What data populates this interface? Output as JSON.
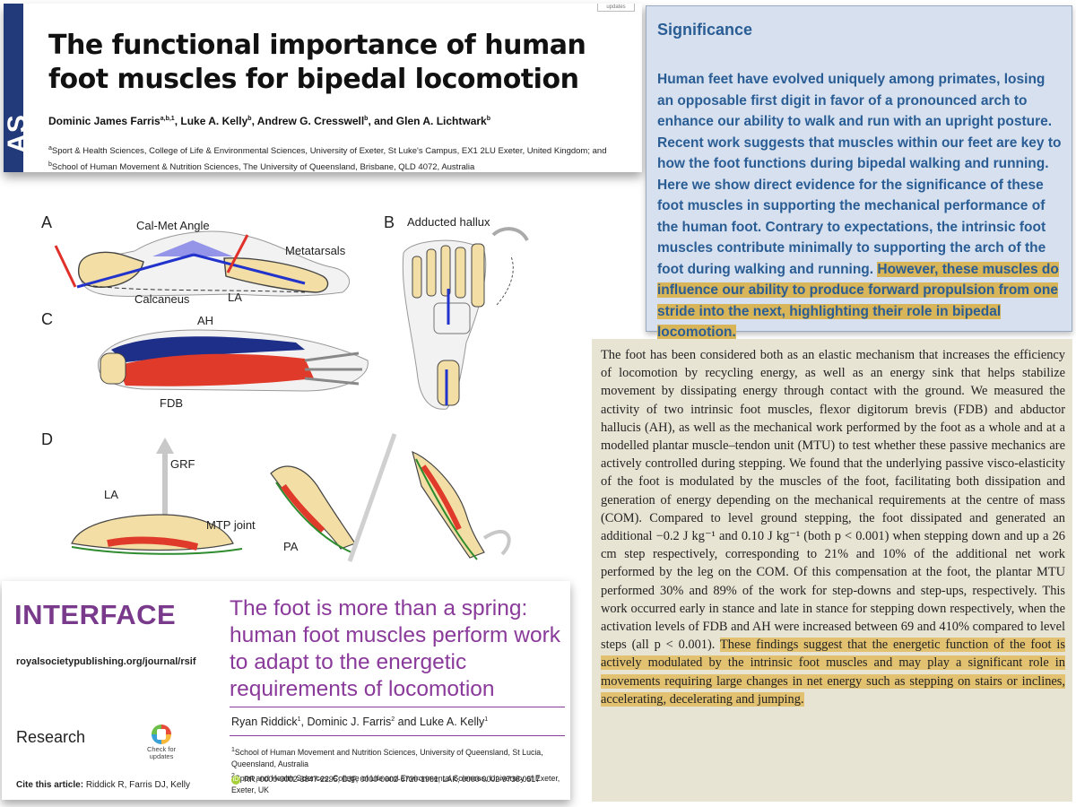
{
  "pnas": {
    "strip_text": "AS",
    "updates_badge": "updates",
    "title": "The functional importance of human foot muscles for bipedal locomotion",
    "authors": [
      {
        "name": "Dominic James Farris",
        "sup": "a,b,1",
        "sep": ", "
      },
      {
        "name": "Luke A. Kelly",
        "sup": "b",
        "sep": ", "
      },
      {
        "name": "Andrew G. Cresswell",
        "sup": "b",
        "sep": ", and "
      },
      {
        "name": "Glen A. Lichtwark",
        "sup": "b",
        "sep": ""
      }
    ],
    "affil_a_sup": "a",
    "affil_a": "Sport & Health Sciences, College of Life & Environmental Sciences, University of Exeter, St Luke's Campus, EX1 2LU Exeter, United Kingdom; and ",
    "affil_b_sup": "b",
    "affil_b": "School of Human Movement & Nutrition Sciences, The University of Queensland, Brisbane, QLD 4072, Australia"
  },
  "significance": {
    "heading": "Significance",
    "body_plain": "Human feet have evolved uniquely among primates, losing an opposable first digit in favor of a pronounced arch to enhance our ability to walk and run with an upright posture. Recent work suggests that muscles within our feet are key to how the foot functions during bipedal walking and running. Here we show direct evidence for the significance of these foot muscles in supporting the mechanical performance of the human foot. Contrary to expectations, the intrinsic foot muscles contribute minimally to supporting the arch of the foot during walking and running. ",
    "body_highlight": "However, these muscles do influence our ability to produce forward propulsion from one stride into the next, highlighting their role in bipedal locomotion."
  },
  "figure": {
    "panel_a": "A",
    "panel_b": "B",
    "panel_c": "C",
    "panel_d": "D",
    "cal_met_angle": "Cal-Met Angle",
    "metatarsals": "Metatarsals",
    "calcaneus": "Calcaneus",
    "la": "LA",
    "adducted_hallux": "Adducted hallux",
    "ah": "AH",
    "fdb": "FDB",
    "grf": "GRF",
    "la_d": "LA",
    "mtp_joint": "MTP joint",
    "pa": "PA"
  },
  "interface": {
    "logo": "INTERFACE",
    "url": "royalsocietypublishing.org/journal/rsif",
    "research": "Research",
    "check_line1": "Check for",
    "check_line2": "updates",
    "cite_label": "Cite this article:",
    "cite_text": "Riddick R, Farris DJ, Kelly",
    "title": "The foot is more than a spring: human foot muscles perform work to adapt to the energetic requirements of locomotion",
    "authors": [
      {
        "name": "Ryan Riddick",
        "sup": "1",
        "sep": ", "
      },
      {
        "name": "Dominic J. Farris",
        "sup": "2",
        "sep": " and "
      },
      {
        "name": "Luke A. Kelly",
        "sup": "1",
        "sep": ""
      }
    ],
    "affil1_sup": "1",
    "affil1": "School of Human Movement and Nutrition Sciences, University of Queensland, St Lucia, Queensland, Australia",
    "affil2_sup": "2",
    "affil2": "Sport and Health Sciences, College of Life and Environmental Sciences, University of Exeter, Exeter, UK",
    "orcid_glyph": "iD",
    "orcid": "RR, 0000-0002-3847-2295; DJF, 0000-0002-6720-1961; LAK, 0000-0002-9736-0517"
  },
  "abstract": {
    "body_plain": "The foot has been considered both as an elastic mechanism that increases the efficiency of locomotion by recycling energy, as well as an energy sink that helps stabilize movement by dissipating energy through contact with the ground. We measured the activity of two intrinsic foot muscles, flexor digitorum brevis (FDB) and abductor hallucis (AH), as well as the mechanical work performed by the foot as a whole and at a modelled plantar muscle–tendon unit (MTU) to test whether these passive mechanics are actively controlled during stepping. We found that the underlying passive visco-elasticity of the foot is modulated by the muscles of the foot, facilitating both dissipation and generation of energy depending on the mechanical requirements at the centre of mass (COM). Compared to level ground stepping, the foot dissipated and generated an additional −0.2 J kg⁻¹ and 0.10 J kg⁻¹ (both p < 0.001) when stepping down and up a 26 cm step respectively, corresponding to 21% and 10% of the additional net work performed by the leg on the COM. Of this compensation at the foot, the plantar MTU performed 30% and 89% of the work for step-downs and step-ups, respectively. This work occurred early in stance and late in stance for stepping down respectively, when the activation levels of FDB and AH were increased between 69 and 410% compared to level steps (all p < 0.001). ",
    "body_highlight": "These findings suggest that the energetic function of the foot is actively modulated by the intrinsic foot muscles and may play a significant role in movements requiring large changes in net energy such as stepping on stairs or inclines, accelerating, decelerating and jumping."
  },
  "colors": {
    "pnas_blue": "#223a7a",
    "significance_text": "#2a5d94",
    "interface_purple": "#7a3a8c",
    "highlight_gold": "#d9b55a",
    "muscle_red": "#e03a2a",
    "muscle_blue": "#1e2f8a"
  }
}
